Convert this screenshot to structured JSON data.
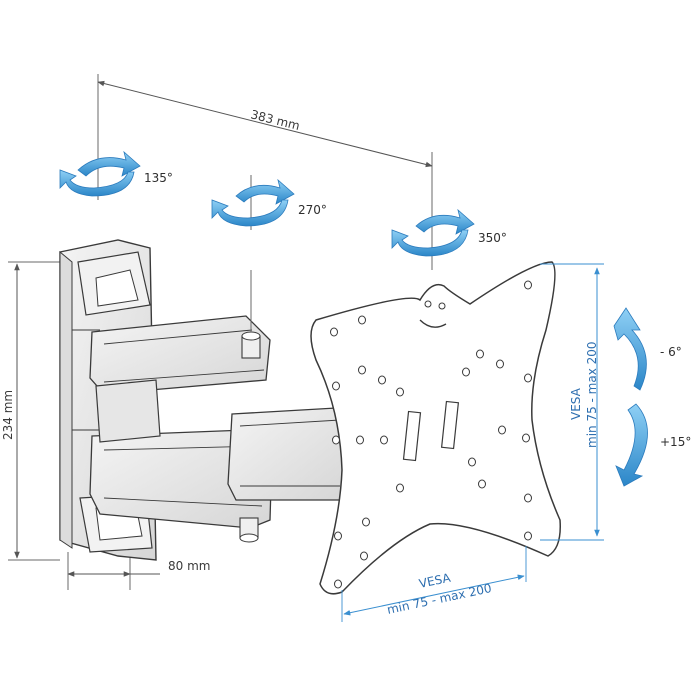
{
  "dimensions": {
    "width_reach": "383 mm",
    "height": "234 mm",
    "depth": "80 mm"
  },
  "rotations": {
    "wall_joint": "135°",
    "middle_joint": "270°",
    "plate_joint": "350°"
  },
  "tilt": {
    "up": "- 6°",
    "down": "+15°"
  },
  "vesa_horizontal": {
    "title": "VESA",
    "range": "min 75 - max 200"
  },
  "vesa_vertical": {
    "title": "VESA",
    "range": "min 75 - max 200"
  },
  "colors": {
    "accent_blue": "#3a8fd0",
    "dimension_line": "#6a6a6a",
    "outline": "#3a3a3a",
    "mount_fill": "#e9e9e9"
  }
}
